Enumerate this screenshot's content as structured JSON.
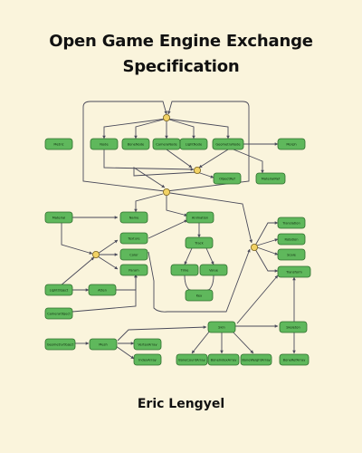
{
  "cover": {
    "title_line1": "Open Game Engine Exchange",
    "title_line2": "Specification",
    "author": "Eric Lengyel"
  },
  "diagram": {
    "nodes": [
      {
        "id": "metric",
        "label": "Metric"
      },
      {
        "id": "node",
        "label": "Node"
      },
      {
        "id": "bonenode",
        "label": "BoneNode"
      },
      {
        "id": "cameranode",
        "label": "CameraNode"
      },
      {
        "id": "lightnode",
        "label": "LightNode"
      },
      {
        "id": "geometrynode",
        "label": "GeometryNode"
      },
      {
        "id": "morph",
        "label": "Morph"
      },
      {
        "id": "objectref",
        "label": "ObjectRef"
      },
      {
        "id": "materialref",
        "label": "MaterialRef"
      },
      {
        "id": "material",
        "label": "Material"
      },
      {
        "id": "name",
        "label": "Name"
      },
      {
        "id": "animation",
        "label": "Animation"
      },
      {
        "id": "translation",
        "label": "Translation"
      },
      {
        "id": "rotation",
        "label": "Rotation"
      },
      {
        "id": "scale",
        "label": "Scale"
      },
      {
        "id": "texture",
        "label": "Texture"
      },
      {
        "id": "track",
        "label": "Track"
      },
      {
        "id": "color",
        "label": "Color"
      },
      {
        "id": "param",
        "label": "Param"
      },
      {
        "id": "time",
        "label": "Time"
      },
      {
        "id": "value",
        "label": "Value"
      },
      {
        "id": "transform",
        "label": "Transform"
      },
      {
        "id": "lightobject",
        "label": "LightObject"
      },
      {
        "id": "atten",
        "label": "Atten"
      },
      {
        "id": "key",
        "label": "Key"
      },
      {
        "id": "cameraobject",
        "label": "CameraObject"
      },
      {
        "id": "skin",
        "label": "Skin"
      },
      {
        "id": "skeleton",
        "label": "Skeleton"
      },
      {
        "id": "geometryobject",
        "label": "GeometryObject"
      },
      {
        "id": "mesh",
        "label": "Mesh"
      },
      {
        "id": "vertexarray",
        "label": "VertexArray"
      },
      {
        "id": "indexarray",
        "label": "IndexArray"
      },
      {
        "id": "bonecountarray",
        "label": "BoneCountArray"
      },
      {
        "id": "boneindexarray",
        "label": "BoneIndexArray"
      },
      {
        "id": "boneweightarray",
        "label": "BoneWeightArray"
      },
      {
        "id": "bonerefarray",
        "label": "BoneRefArray"
      }
    ]
  }
}
